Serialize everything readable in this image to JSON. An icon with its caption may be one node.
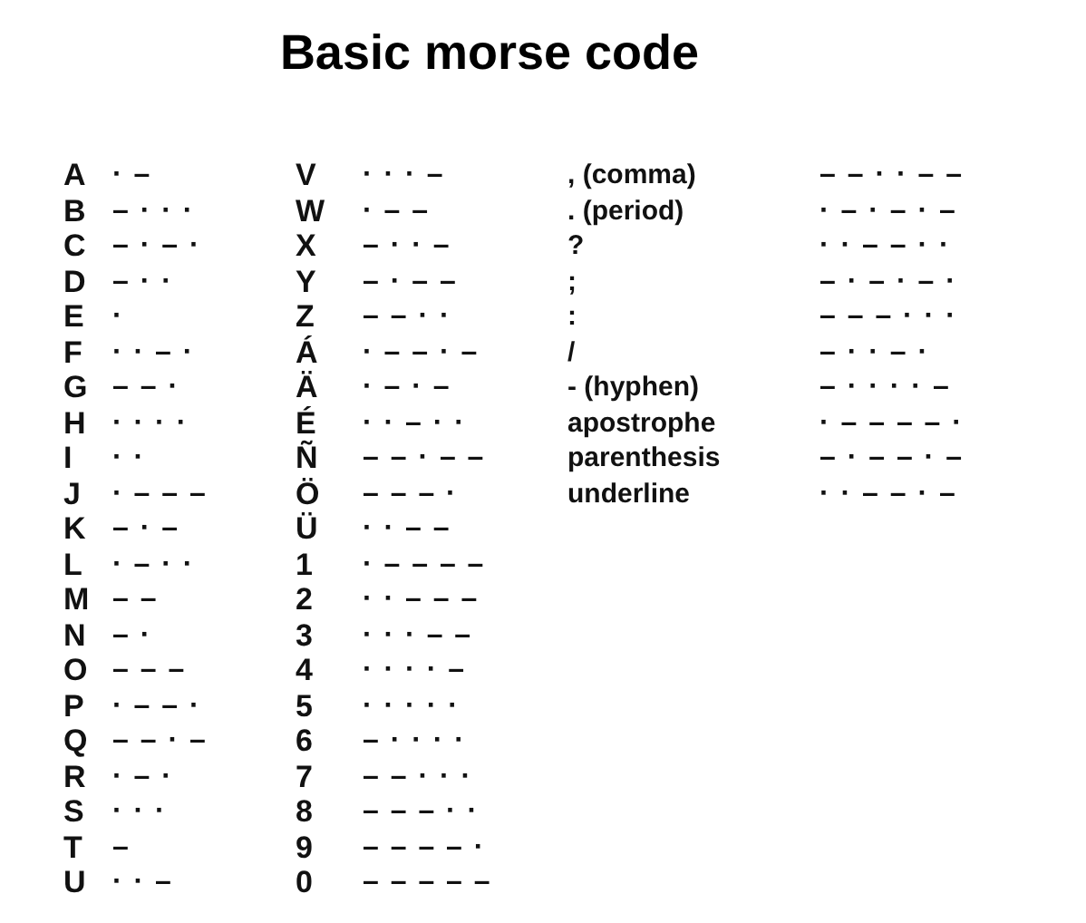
{
  "diagram": {
    "title": "Basic morse code",
    "labels": [
      "A",
      "· –",
      "V",
      "· · · –",
      ", (comma)",
      "– – · · – –",
      "B",
      "– · · ·",
      "W",
      "· – –",
      ". (period)",
      "· – · – · –",
      "C",
      "– · – ·",
      "X",
      "– · · –",
      "?",
      "· · – – · ·",
      "D",
      "– · ·",
      "Y",
      "– · – –",
      ";",
      "– · – · – ·",
      "E",
      "·",
      "Z",
      "– – · ·",
      ":",
      "– – – · · ·",
      "F",
      "· · – ·",
      "Á",
      "· – – · –",
      "/",
      "– · · – ·",
      "G",
      "– – ·",
      "Ä",
      "· – · –",
      "- (hyphen)",
      "– · · · · –",
      "H",
      "· · · ·",
      "É",
      "· · – · ·",
      "apostrophe",
      "· – – – – ·",
      "I",
      "· ·",
      "Ñ",
      "– – · – –",
      "parenthesis",
      "– · – – · –",
      "J",
      "· – – –",
      "Ö",
      "– – – ·",
      "underline",
      "· · – – · –",
      "K",
      "– · –",
      "Ü",
      "· · – –",
      "L",
      "· – · ·",
      "1",
      "· – – – –",
      "M",
      "– –",
      "2",
      "· · – – –",
      "N",
      "– ·",
      "3",
      "· · · – –",
      "O",
      "– – –",
      "4",
      "· · · · –",
      "P",
      "· – – ·",
      "5",
      "· · · · ·",
      "Q",
      "– – · –",
      "6",
      "– · · · ·",
      "R",
      "· – ·",
      "7",
      "– – · · ·",
      "S",
      "· · ·",
      "8",
      "– – – · ·",
      "T",
      "–",
      "9",
      "– – – – ·",
      "U",
      "· · –",
      "0",
      "– – – – –"
    ]
  }
}
